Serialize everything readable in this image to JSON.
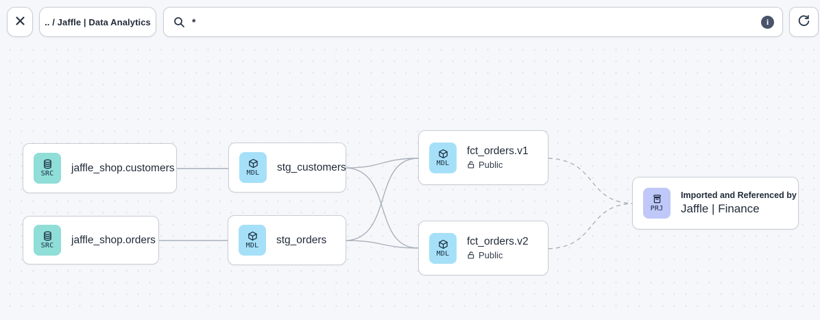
{
  "toolbar": {
    "breadcrumb": ".. / Jaffle | Data Analytics",
    "search_value": "*",
    "icons": {
      "close": "x",
      "search": "magnifier",
      "info": "i",
      "refresh": "clockwise-arrow"
    }
  },
  "colors": {
    "source_icon_bg": "#8FDED7",
    "model_icon_bg": "#A6E0F8",
    "project_icon_bg": "#BFC8F8",
    "edge": "#A9B0BB",
    "node_border": "#C7CDD6",
    "canvas_bg": "#F6F7FA",
    "dot": "#DCDFE6",
    "icon_text": "#17273B"
  },
  "graph": {
    "nodes": [
      {
        "id": "src-customers",
        "type": "source",
        "type_code": "SRC",
        "label": "jaffle_shop.customers"
      },
      {
        "id": "src-orders",
        "type": "source",
        "type_code": "SRC",
        "label": "jaffle_shop.orders"
      },
      {
        "id": "stg-customers",
        "type": "model",
        "type_code": "MDL",
        "label": "stg_customers"
      },
      {
        "id": "stg-orders",
        "type": "model",
        "type_code": "MDL",
        "label": "stg_orders"
      },
      {
        "id": "fct-orders-v1",
        "type": "model",
        "type_code": "MDL",
        "label": "fct_orders.v1",
        "access": "Public"
      },
      {
        "id": "fct-orders-v2",
        "type": "model",
        "type_code": "MDL",
        "label": "fct_orders.v2",
        "access": "Public"
      },
      {
        "id": "prj-jaffle-finance",
        "type": "project",
        "type_code": "PRJ",
        "subtitle": "Imported and Referenced by",
        "label": "Jaffle | Finance"
      }
    ],
    "edges": [
      {
        "from": "src-customers",
        "to": "stg-customers",
        "style": "solid"
      },
      {
        "from": "src-orders",
        "to": "stg-orders",
        "style": "solid"
      },
      {
        "from": "stg-customers",
        "to": "fct-orders-v1",
        "style": "solid"
      },
      {
        "from": "stg-customers",
        "to": "fct-orders-v2",
        "style": "solid"
      },
      {
        "from": "stg-orders",
        "to": "fct-orders-v1",
        "style": "solid"
      },
      {
        "from": "stg-orders",
        "to": "fct-orders-v2",
        "style": "solid"
      },
      {
        "from": "fct-orders-v1",
        "to": "prj-jaffle-finance",
        "style": "dashed"
      },
      {
        "from": "fct-orders-v2",
        "to": "prj-jaffle-finance",
        "style": "dashed"
      }
    ]
  }
}
